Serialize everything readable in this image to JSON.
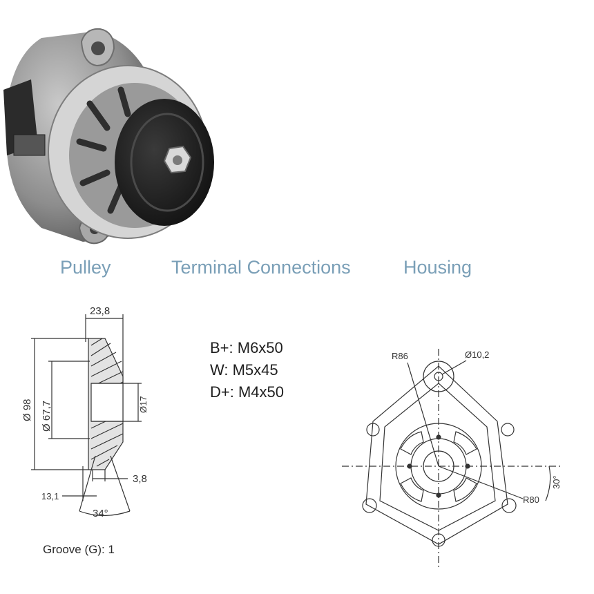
{
  "headings": {
    "pulley": "Pulley",
    "terminal": "Terminal Connections",
    "housing": "Housing"
  },
  "terminals": [
    "B+: M6x50",
    "W: M5x45",
    "D+: M4x50"
  ],
  "pulley_dims": {
    "width": "23,8",
    "outer_dia": "Ø 98",
    "groove_dia": "Ø 67,7",
    "bore": "Ø17",
    "groove_bottom": "3,8",
    "offset": "13,1",
    "angle": "34°"
  },
  "housing_dims": {
    "r86": "R86",
    "hole": "Ø10,2",
    "r80": "R80",
    "angle": "30°"
  },
  "groove_note": "Groove (G): 1",
  "colors": {
    "heading": "#7a9fb7",
    "line": "#333333"
  }
}
